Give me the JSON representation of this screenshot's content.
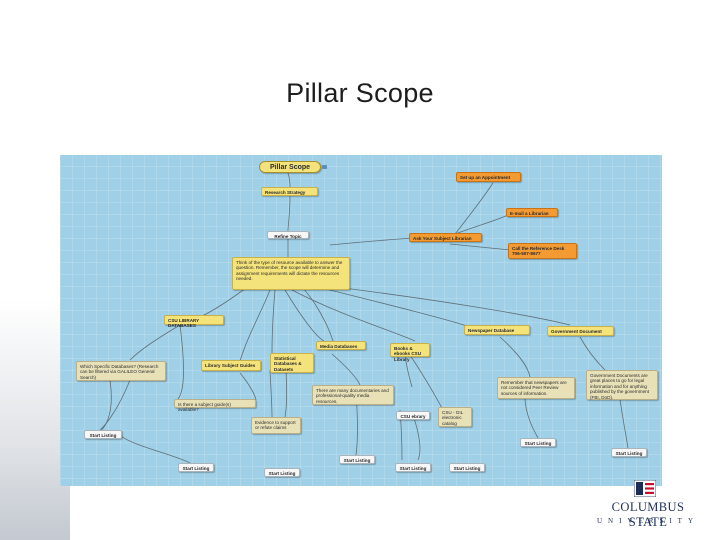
{
  "slide": {
    "title": "Pillar Scope"
  },
  "map": {
    "background": "#9fd0e8",
    "nodes": {
      "root": "Pillar Scope",
      "research_strategy": "Research Strategy",
      "refine_topic": "Refine Topic",
      "think_types": "Think of the type of resource available to answer the question. Remember, the scope will determine and assignment requirements will dictate the resources needed.",
      "set_up_appointment": "Set up an Appointment",
      "email_librarian": "E-mail a Librarian",
      "ask_your_subject_librarian": "Ask Your Subject Librarian",
      "call_reference_desk": "Call the Reference Desk 706-507-8677",
      "csu_databases": "CSU LIBRARY DATABASES",
      "newspaper_database": "Newspaper Database",
      "government_document": "Government Document",
      "media_databases": "Media Databases",
      "ebooks": "Books & ebooks CSU Library",
      "library_subject_guides": "Library Subject Guides",
      "statistical_databases": "Statistical Databases & Datasets",
      "which_specific": "Which Specific Databases? (Research can be filtered via GALILEO General Search)",
      "is_there_guide": "Is there a subject guide(s) available?",
      "evidence": "Evidence to support or refute claims",
      "documentaries": "There are many documentaries and professional-quality media resources.",
      "csu_ebrary": "CSU ebrary",
      "csu_catalog": "CSU - GIL electronic catalog",
      "remember_newspapers": "Remember that newspapers are not considered Peer Review sources of information.",
      "govt_docs_info": "Government Documents are great places to go for legal information and for anything published by the government (FBI, DoD).",
      "start_listing": "Start Listing"
    },
    "colors": {
      "primary": "#f4e27a",
      "action": "#f39a33",
      "note": "#e8e1b8",
      "leaf": "#f7f7f7",
      "link": "#5f6f78"
    }
  },
  "logo": {
    "name_line1": "COLUMBUS STATE",
    "name_line2": "UNIVERSITY",
    "colors": {
      "navy": "#1c2d57",
      "red": "#c8102e"
    }
  }
}
